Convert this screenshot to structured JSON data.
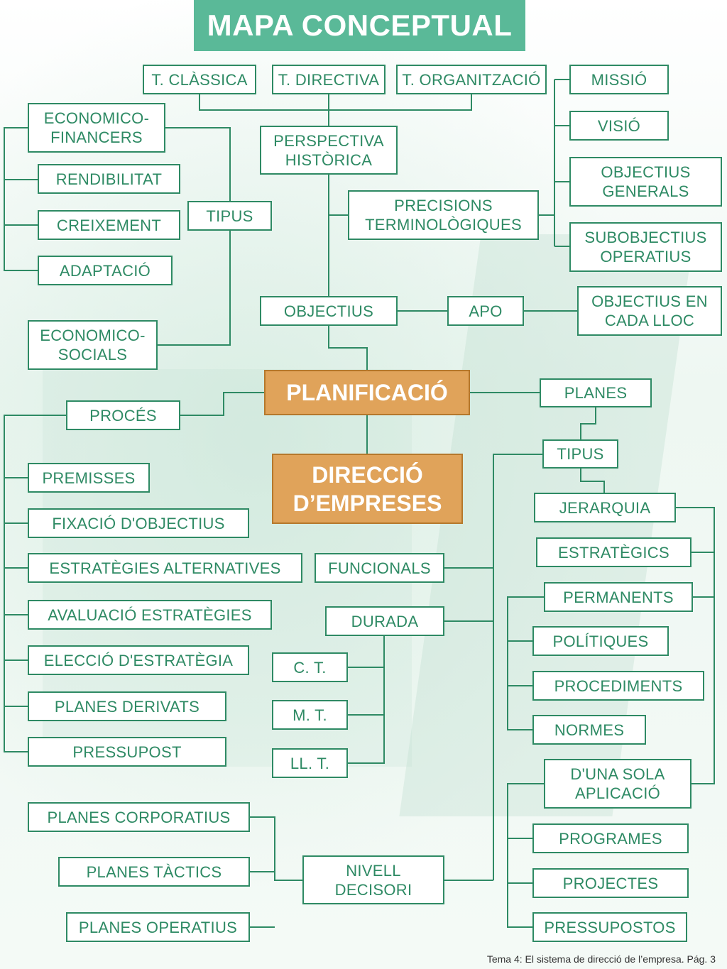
{
  "title": "MAPA CONCEPTUAL",
  "footer": "Tema 4: El sistema de direcció de l’empresa. Pág. 3",
  "colors": {
    "accent": "#5ab998",
    "border": "#2e8a64",
    "highlight": "#e0a35a"
  },
  "nodes": {
    "t_classica": "T. CLÀSSICA",
    "t_directiva": "T. DIRECTIVA",
    "t_organitzacio": "T. ORGANITZACIÓ",
    "missio": "MISSIÓ",
    "visio": "VISIÓ",
    "objectius_generals": "OBJECTIUS\nGENERALS",
    "subobjectius": "SUBOBJECTIUS\nOPERATIUS",
    "perspectiva": "PERSPECTIVA\nHISTÒRICA",
    "precisions": "PRECISIONS\nTERMINOLÒGIQUES",
    "economico_financers": "ECONOMICO-\nFINANCERS",
    "rendibilitat": "RENDIBILITAT",
    "creixement": "CREIXEMENT",
    "tipus_obj": "TIPUS",
    "adaptacio": "ADAPTACIÓ",
    "objectius": "OBJECTIUS",
    "apo": "APO",
    "objectius_lloc": "OBJECTIUS EN\nCADA LLOC",
    "economico_socials": "ECONOMICO-\nSOCIALS",
    "planificacio": "PLANIFICACIÓ",
    "planes": "PLANES",
    "proces": "PROCÉS",
    "tipus_planes": "TIPUS",
    "direccio": "DIRECCIÓ\nD’EMPRESES",
    "premisses": "PREMISSES",
    "jerarquia": "JERARQUIA",
    "fixacio": "FIXACIÓ D'OBJECTIUS",
    "estrategics": "ESTRATÈGICS",
    "estrategies_alt": "ESTRATÈGIES ALTERNATIVES",
    "funcionals": "FUNCIONALS",
    "permanents": "PERMANENTS",
    "avaluacio": "AVALUACIÓ ESTRATÈGIES",
    "durada": "DURADA",
    "politiques": "POLÍTIQUES",
    "eleccio": "ELECCIÓ D'ESTRATÈGIA",
    "ct": "C. T.",
    "procediments": "PROCEDIMENTS",
    "planes_derivats": "PLANES DERIVATS",
    "mt": "M. T.",
    "normes": "NORMES",
    "pressupost": "PRESSUPOST",
    "llt": "LL. T.",
    "una_sola": "D'UNA SOLA\nAPLICACIÓ",
    "planes_corporatius": "PLANES CORPORATIUS",
    "programes": "PROGRAMES",
    "planes_tactics": "PLANES TÀCTICS",
    "nivell": "NIVELL\nDECISORI",
    "projectes": "PROJECTES",
    "planes_operatius": "PLANES OPERATIUS",
    "pressupostos": "PRESSUPOSTOS"
  }
}
